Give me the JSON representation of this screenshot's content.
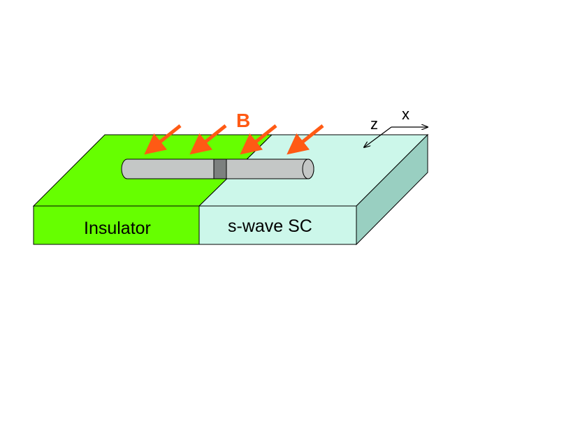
{
  "labels": {
    "insulator": "Insulator",
    "superconductor": "s-wave SC",
    "field": "B",
    "axis_x": "x",
    "axis_z": "z"
  },
  "colors": {
    "insulator_top": "#66ff00",
    "insulator_front": "#66ff00",
    "sc_top": "#ccf7ea",
    "sc_front": "#ccf7ea",
    "sc_side": "#99cfc1",
    "wire": "#c4c7c6",
    "wire_junction": "#7c807f",
    "field_arrow": "#ff5a14",
    "outline": "#000000"
  },
  "field_arrow_count": 4
}
